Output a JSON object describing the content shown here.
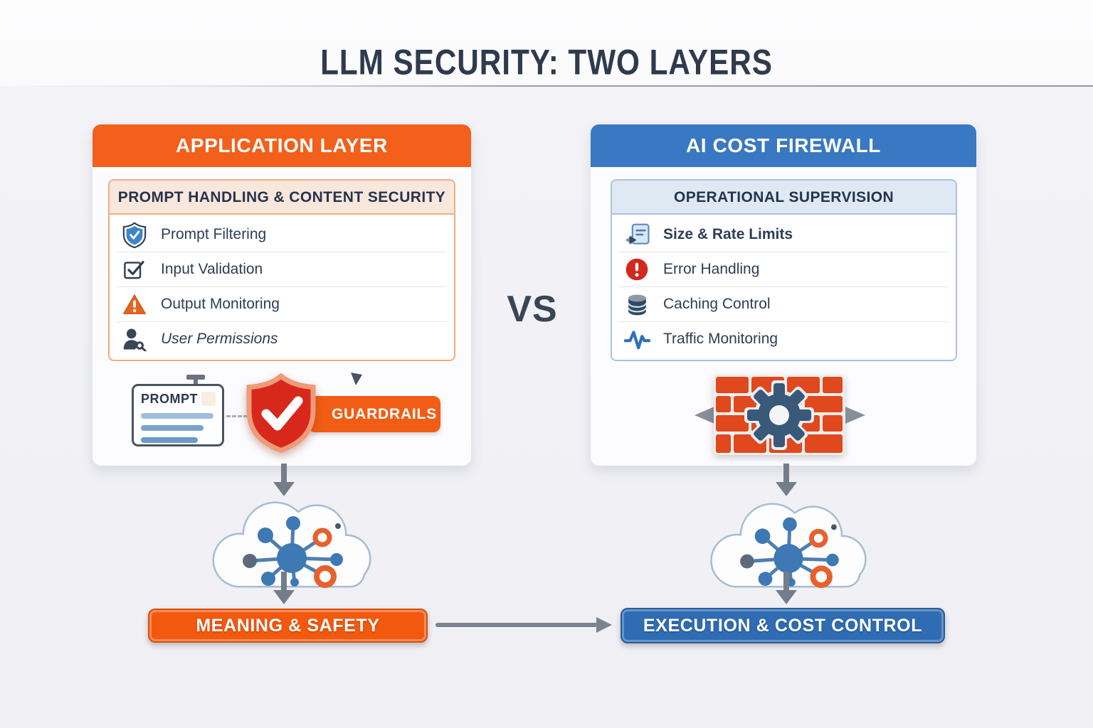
{
  "title": "LLM SECURITY: TWO LAYERS",
  "vs_label": "VS",
  "left_panel": {
    "header": "APPLICATION LAYER",
    "subheader": "PROMPT HANDLING & CONTENT SECURITY",
    "accent_color": "#F2601B",
    "items": [
      {
        "icon": "shield-check-icon",
        "label": "Prompt Filtering"
      },
      {
        "icon": "checkbox-check-icon",
        "label": "Input Validation"
      },
      {
        "icon": "warning-triangle-icon",
        "label": "Output Monitoring"
      },
      {
        "icon": "user-key-icon",
        "label": "User Permissions"
      }
    ],
    "prompt_card": {
      "label": "PROMPT"
    },
    "guardrails_label": "GUARDRAILS",
    "badge": "MEANING & SAFETY"
  },
  "right_panel": {
    "header": "AI COST FIREWALL",
    "subheader": "OPERATIONAL SUPERVISION",
    "accent_color": "#3978C2",
    "items": [
      {
        "icon": "size-rate-limits-icon",
        "label": "Size & Rate Limits"
      },
      {
        "icon": "error-circle-icon",
        "label": "Error Handling"
      },
      {
        "icon": "database-icon",
        "label": "Caching Control"
      },
      {
        "icon": "pulse-icon",
        "label": "Traffic Monitoring"
      }
    ],
    "badge": "EXECUTION & COST CONTROL"
  }
}
